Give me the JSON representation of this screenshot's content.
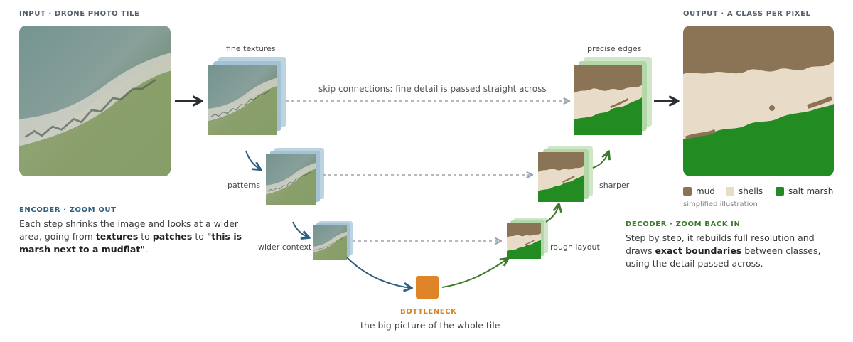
{
  "input": {
    "caption": "INPUT · DRONE PHOTO TILE"
  },
  "output": {
    "caption": "OUTPUT · A CLASS PER PIXEL"
  },
  "encoder": {
    "caption": "ENCODER · ZOOM OUT",
    "stages": [
      "fine textures",
      "patterns",
      "wider context"
    ],
    "text_parts": [
      "Each step shrinks the image and looks at a wider area, going from ",
      "textures",
      " to ",
      "patches",
      " to ",
      "\"this is marsh next to a mudflat\"",
      "."
    ]
  },
  "decoder": {
    "caption": "DECODER · ZOOM BACK IN",
    "stages": [
      "precise edges",
      "sharper",
      "rough layout"
    ],
    "text_parts": [
      "Step by step, it rebuilds full resolution and draws ",
      "exact boundaries",
      " between classes, using the detail passed across."
    ]
  },
  "bottleneck": {
    "caption": "BOTTLENECK",
    "text": "the big picture of the whole tile"
  },
  "skip_label": "skip connections: fine detail is passed straight across",
  "legend": {
    "items": [
      {
        "name": "mud",
        "color": "#8b7355"
      },
      {
        "name": "shells",
        "color": "#e8dcc8"
      },
      {
        "name": "salt marsh",
        "color": "#228b22"
      }
    ],
    "note": "simplified illustration"
  },
  "colors": {
    "encoder": "#2d5f7e",
    "decoder": "#3d7a2a",
    "bottleneck": "#e08428",
    "skip": "#9aa3ad"
  }
}
